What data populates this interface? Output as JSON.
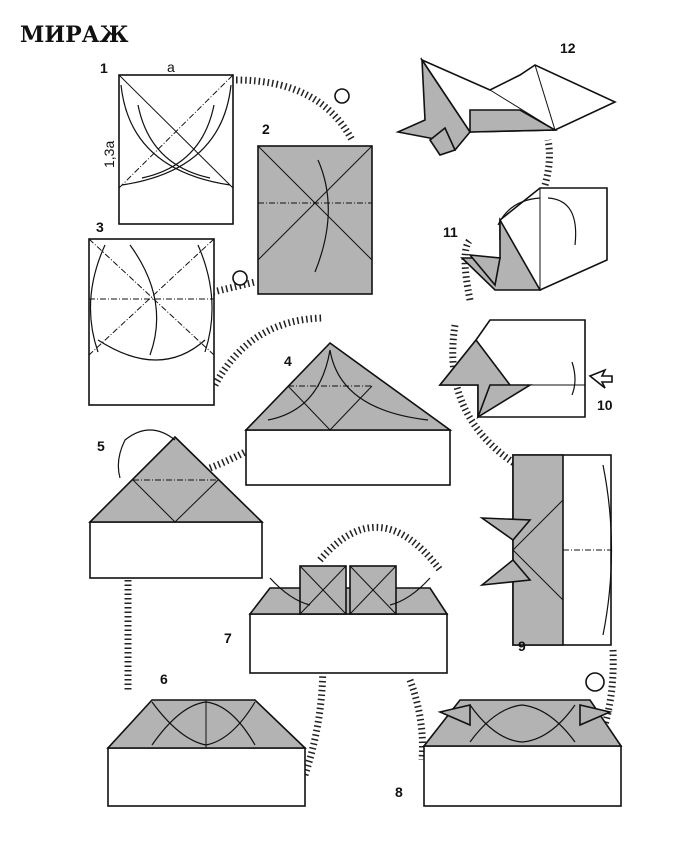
{
  "title": "МИРАЖ",
  "dimensions": {
    "width_label": "a",
    "height_label": "1,3a"
  },
  "steps": [
    "1",
    "2",
    "3",
    "4",
    "5",
    "6",
    "7",
    "8",
    "9",
    "10",
    "11",
    "12"
  ],
  "colors": {
    "paper_colored": "#b3b3b3",
    "paper_white": "#ffffff",
    "line": "#111111"
  }
}
